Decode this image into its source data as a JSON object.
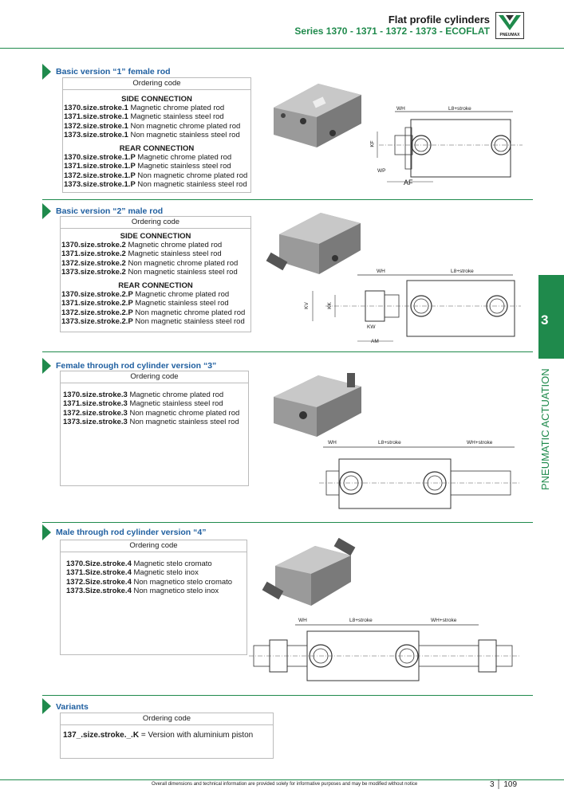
{
  "header": {
    "title": "Flat profile cylinders",
    "series": "Series 1370 - 1371 - 1372 - 1373 - ECOFLAT",
    "logo_text": "PNEUMAX"
  },
  "side_tab": {
    "number": "3",
    "label": "PNEUMATIC ACTUATION"
  },
  "sections": [
    {
      "title": "Basic version “1” female rod",
      "ordering_code_label": "Ordering code",
      "sub1": "SIDE CONNECTION",
      "items1": [
        {
          "code": "1370.size.stroke.1",
          "desc": " Magnetic chrome plated rod"
        },
        {
          "code": "1371.size.stroke.1",
          "desc": " Magnetic stainless steel rod"
        },
        {
          "code": "1372.size.stroke.1",
          "desc": " Non magnetic chrome plated rod"
        },
        {
          "code": "1373.size.stroke.1",
          "desc": " Non magnetic stainless steel rod"
        }
      ],
      "sub2": "REAR CONNECTION",
      "items2": [
        {
          "code": "1370.size.stroke.1.P",
          "desc": " Magnetic chrome plated rod"
        },
        {
          "code": "1371.size.stroke.1.P",
          "desc": " Magnetic stainless steel rod"
        },
        {
          "code": "1372.size.stroke.1.P",
          "desc": " Non magnetic chrome plated rod"
        },
        {
          "code": "1373.size.stroke.1.P",
          "desc": " Non magnetic stainless steel rod"
        }
      ],
      "dims": {
        "wh": "WH",
        "l8": "L8+stroke",
        "kf": "KF",
        "wp": "WP",
        "af": "AF"
      }
    },
    {
      "title": "Basic version “2” male rod",
      "ordering_code_label": "Ordering code",
      "sub1": "SIDE CONNECTION",
      "items1": [
        {
          "code": "1370.size.stroke.2",
          "desc": " Magnetic chrome plated rod"
        },
        {
          "code": "1371.size.stroke.2",
          "desc": " Magnetic stainless steel rod"
        },
        {
          "code": "1372.size.stroke.2",
          "desc": " Non magnetic chrome plated rod"
        },
        {
          "code": "1373.size.stroke.2",
          "desc": " Non magnetic stainless steel rod"
        }
      ],
      "sub2": "REAR CONNECTION",
      "items2": [
        {
          "code": "1370.size.stroke.2.P",
          "desc": " Magnetic chrome plated rod"
        },
        {
          "code": "1371.size.stroke.2.P",
          "desc": " Magnetic stainless steel rod"
        },
        {
          "code": "1372.size.stroke.2.P",
          "desc": " Non magnetic chrome plated rod"
        },
        {
          "code": "1373.size.stroke.2.P",
          "desc": " Non magnetic stainless steel rod"
        }
      ],
      "dims": {
        "wh": "WH",
        "l8": "L8+stroke",
        "kv": "KV",
        "kk": "KK",
        "kw": "KW",
        "am": "AM"
      }
    },
    {
      "title": "Female through rod cylinder version “3”",
      "ordering_code_label": "Ordering code",
      "items1": [
        {
          "code": "1370.size.stroke.3",
          "desc": " Magnetic chrome plated rod"
        },
        {
          "code": "1371.size.stroke.3",
          "desc": " Magnetic stainless steel rod"
        },
        {
          "code": "1372.size.stroke.3",
          "desc": " Non magnetic chrome plated rod"
        },
        {
          "code": "1373.size.stroke.3",
          "desc": " Non magnetic stainless steel rod"
        }
      ],
      "dims": {
        "wh": "WH",
        "l8": "L8+stroke",
        "whs": "WH+stroke"
      }
    },
    {
      "title": "Male through rod cylinder version “4”",
      "ordering_code_label": "Ordering code",
      "items1": [
        {
          "code": "1370.Size.stroke.4",
          "desc": " Magnetic stelo cromato"
        },
        {
          "code": "1371.Size.stroke.4",
          "desc": " Magnetic stelo inox"
        },
        {
          "code": "1372.Size.stroke.4",
          "desc": " Non magnetico stelo cromato"
        },
        {
          "code": "1373.Size.stroke.4",
          "desc": " Non magnetico stelo inox"
        }
      ],
      "dims": {
        "wh": "WH",
        "l8": "L8+stroke",
        "whs": "WH+stroke"
      }
    },
    {
      "title": "Variants",
      "ordering_code_label": "Ordering code",
      "items1": [
        {
          "code": "137_.size.stroke._.K",
          "desc": " = Version with aluminium piston"
        }
      ]
    }
  ],
  "footer": {
    "note": "Overall dimensions and technical information are provided solely for informative purposes and may be modified without notice",
    "page": "3 │ 109"
  }
}
